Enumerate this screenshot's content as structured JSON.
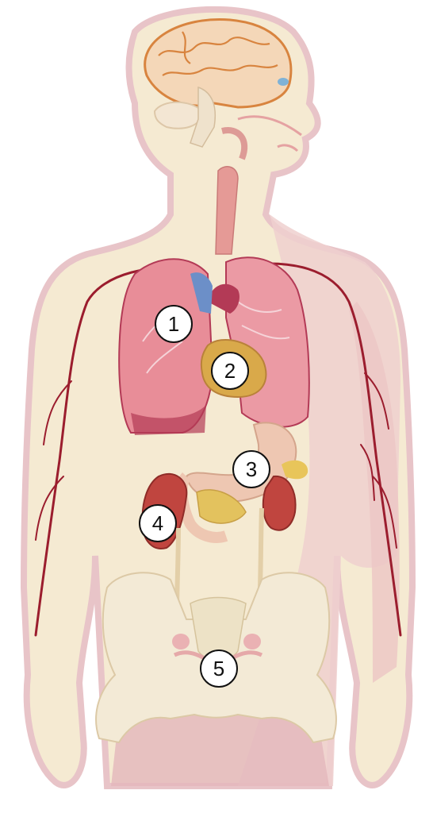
{
  "figure": {
    "markers": [
      {
        "label": "1",
        "organ": "lungs"
      },
      {
        "label": "2",
        "organ": "heart"
      },
      {
        "label": "3",
        "organ": "stomach"
      },
      {
        "label": "4",
        "organ": "kidney"
      },
      {
        "label": "5",
        "organ": "ovaries"
      }
    ]
  },
  "colors": {
    "skin": "#f5ead2",
    "outline": "#e8c4c8",
    "body_shadow": "#efd0cf",
    "lung": "#e88d98",
    "lung_dark": "#b33a56",
    "heart": "#d9a94a",
    "stomach": "#eec7b2",
    "kidney": "#c0453f",
    "bone": "#f3ead6",
    "vessel": "#9b1d2e",
    "brain": "#f4d7b8"
  }
}
